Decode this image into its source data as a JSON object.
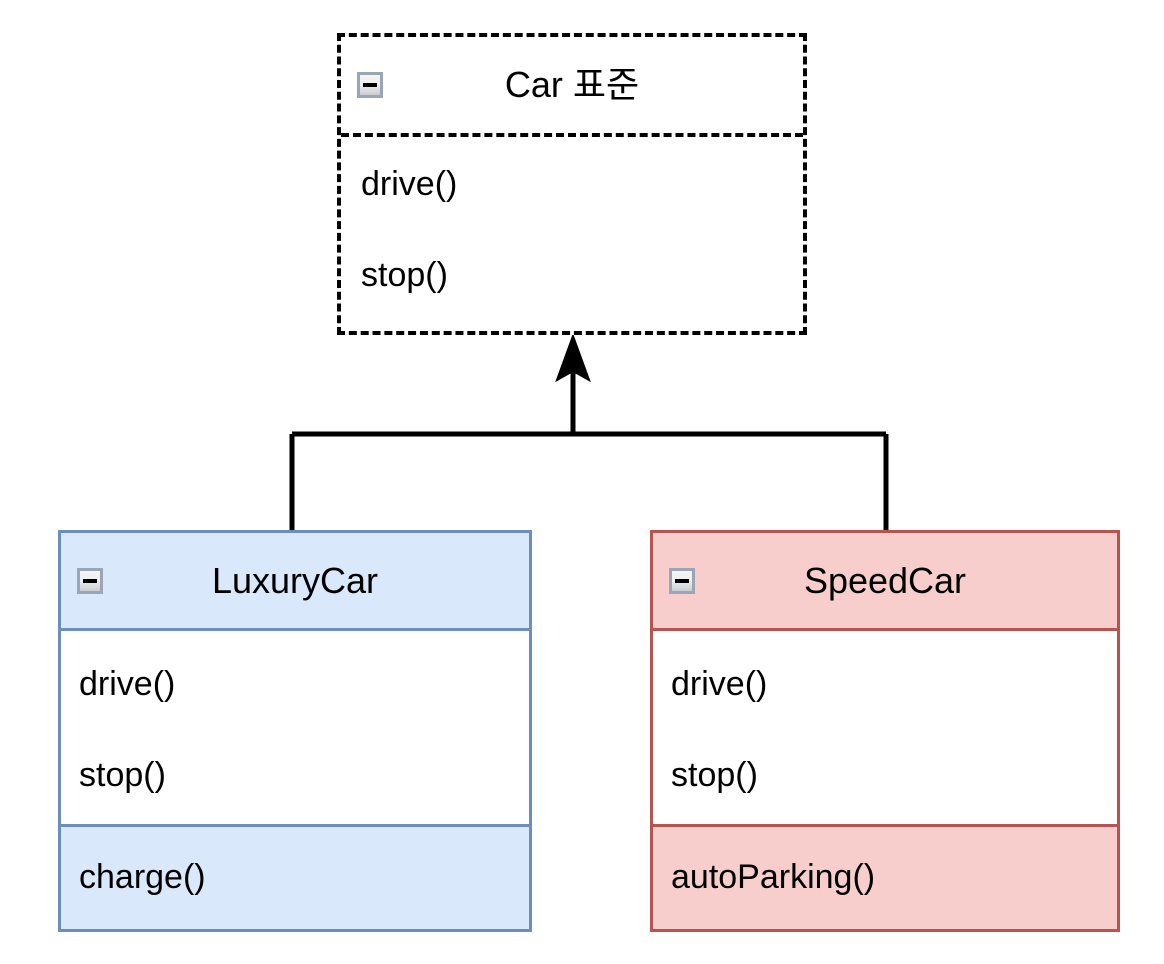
{
  "diagram": {
    "type": "uml-class-diagram",
    "background_color": "#ffffff",
    "nodes": [
      {
        "id": "interface",
        "name": "Car 표준",
        "style": "dashed",
        "border_color": "#000000",
        "fill_color": "#ffffff",
        "collapse_icon": "minus-icon",
        "sections": [
          {
            "members": [
              "drive()",
              "stop()"
            ]
          }
        ]
      },
      {
        "id": "luxury",
        "name": "LuxuryCar",
        "style": "solid",
        "border_color": "#6c8ebf",
        "fill_color": "#dae8fc",
        "collapse_icon": "minus-icon",
        "sections": [
          {
            "members": [
              "drive()",
              "stop()"
            ]
          },
          {
            "members": [
              "charge()"
            ]
          }
        ]
      },
      {
        "id": "speed",
        "name": "SpeedCar",
        "style": "solid",
        "border_color": "#b85450",
        "fill_color": "#f8cecc",
        "collapse_icon": "minus-icon",
        "sections": [
          {
            "members": [
              "drive()",
              "stop()"
            ]
          },
          {
            "members": [
              "autoParking()"
            ]
          }
        ]
      }
    ],
    "edges": [
      {
        "from": "luxury",
        "to": "interface",
        "relation": "generalization",
        "arrow": "closed-filled",
        "line": "solid",
        "color": "#000000"
      },
      {
        "from": "speed",
        "to": "interface",
        "relation": "generalization",
        "arrow": "closed-filled",
        "line": "solid",
        "color": "#000000"
      }
    ]
  },
  "interface_node": {
    "title": "Car 표준",
    "method_1": "drive()",
    "method_2": "stop()"
  },
  "luxury_node": {
    "title": "LuxuryCar",
    "method_1": "drive()",
    "method_2": "stop()",
    "method_3": "charge()"
  },
  "speed_node": {
    "title": "SpeedCar",
    "method_1": "drive()",
    "method_2": "stop()",
    "method_3": "autoParking()"
  }
}
